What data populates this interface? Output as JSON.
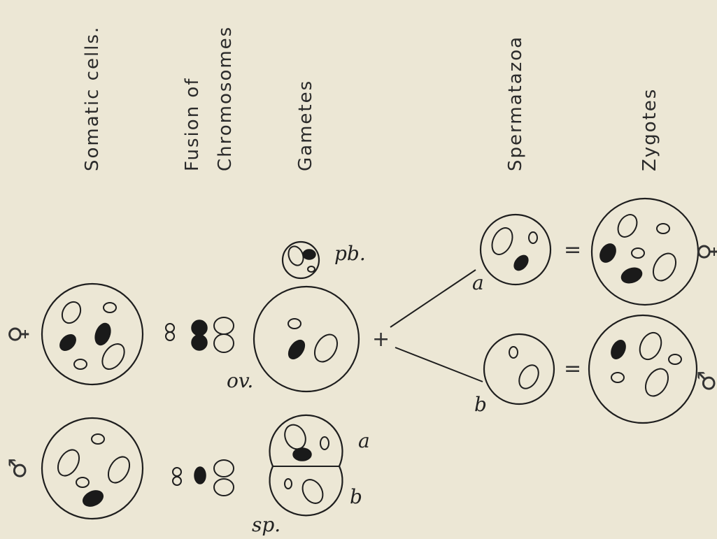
{
  "headers": {
    "somatic": "Somatic cells.",
    "fusion_line1": "Fusion of",
    "fusion_line2": "Chromosomes",
    "gametes": "Gametes",
    "spermatazoa": "Spermatazoa",
    "zygotes": "Zygotes"
  },
  "labels": {
    "female_symbol": "♀",
    "male_symbol": "♂",
    "pb": "pb.",
    "ov": "ov.",
    "sp": "sp.",
    "a": "a",
    "b": "b",
    "plus": "+",
    "equals": "=",
    "zygote_female_symbol": "♀",
    "zygote_male_symbol": "♂"
  }
}
